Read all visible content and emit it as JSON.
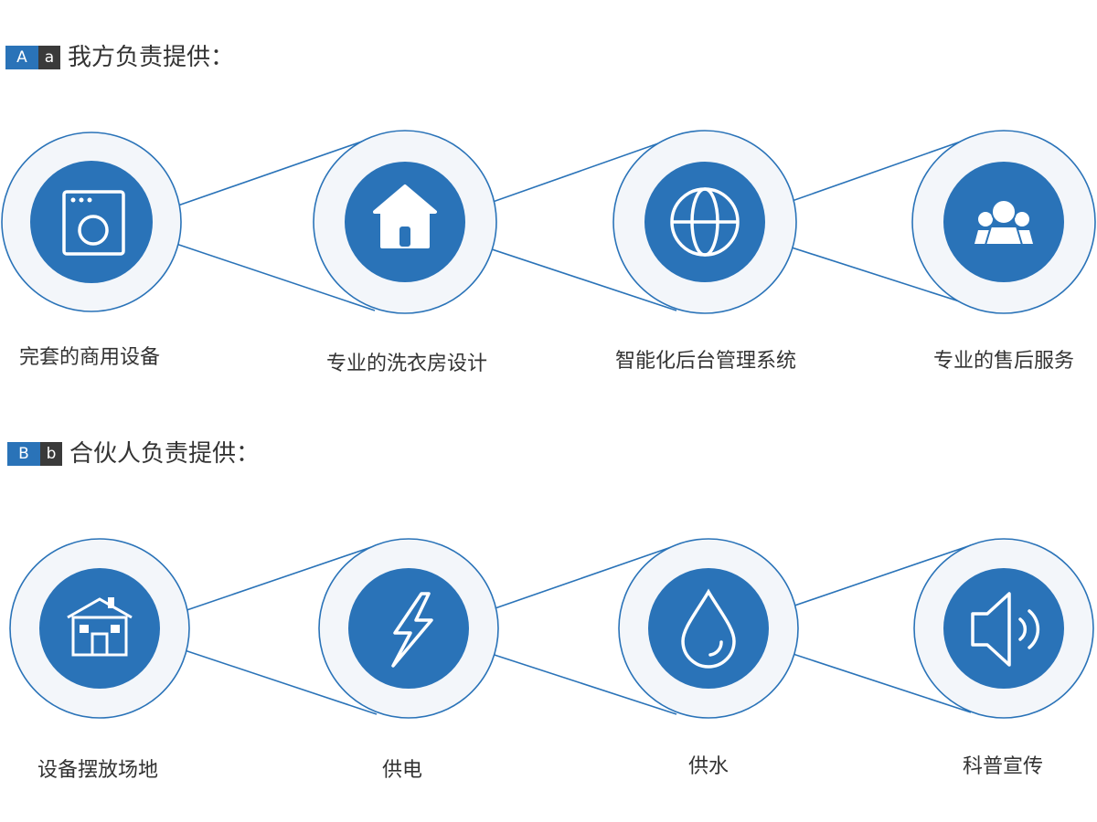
{
  "colors": {
    "primary": "#2a73b8",
    "ring_fill": "#f3f6fa",
    "badge_dark": "#3a3a3a",
    "text": "#333333"
  },
  "section_a": {
    "badge_upper": "A",
    "badge_lower": "a",
    "title": "我方负责提供：",
    "items": [
      {
        "label": "完套的商用设备",
        "icon": "washing-machine-icon"
      },
      {
        "label": "专业的洗衣房设计",
        "icon": "house-icon"
      },
      {
        "label": "智能化后台管理系统",
        "icon": "globe-icon"
      },
      {
        "label": "专业的售后服务",
        "icon": "people-icon"
      }
    ]
  },
  "section_b": {
    "badge_upper": "B",
    "badge_lower": "b",
    "title": "合伙人负责提供：",
    "items": [
      {
        "label": "设备摆放场地",
        "icon": "building-icon"
      },
      {
        "label": "供电",
        "icon": "lightning-icon"
      },
      {
        "label": "供水",
        "icon": "water-drop-icon"
      },
      {
        "label": "科普宣传",
        "icon": "speaker-icon"
      }
    ]
  }
}
